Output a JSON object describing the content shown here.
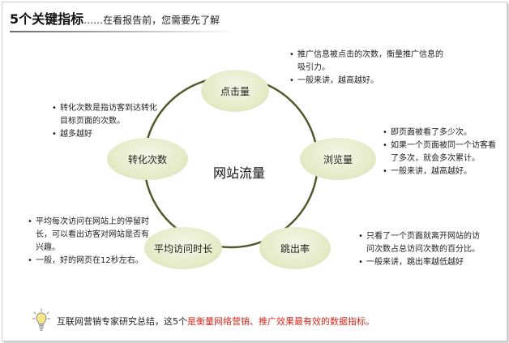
{
  "header": {
    "title": "5个关键指标",
    "subtitle": "……在看报告前，您需要先了解"
  },
  "diagram": {
    "center": "网站流量",
    "nodes": [
      {
        "id": "clicks",
        "label": "点击量",
        "desc": [
          "推广信息被点击的次数，衡量推广信息的吸引力。",
          "一般来讲，越高越好。"
        ]
      },
      {
        "id": "views",
        "label": "浏览量",
        "desc": [
          "即页面被看了多少次。",
          "如果一个页面被同一个访客看了多次，就会多次累计。",
          "一般来讲，越高越好。"
        ]
      },
      {
        "id": "bounce",
        "label": "跳出率",
        "desc": [
          "只看了一个页面就离开网站的访问次数占总访问次数的百分比。",
          "一般来讲，跳出率越低越好"
        ]
      },
      {
        "id": "duration",
        "label": "平均访问时长",
        "desc": [
          "平均每次访问在网站上的停留时长，可以看出访客对网站是否有兴趣。",
          "一般，好的网页在12秒左右。"
        ]
      },
      {
        "id": "conversions",
        "label": "转化次数",
        "desc": [
          "转化次数是指访客到达转化目标页面的次数。",
          "越多越好"
        ]
      }
    ]
  },
  "footer": {
    "text": "互联网营销专家研究总结，这5个",
    "highlight": "是衡量网络营销、推广效果最有效的数据指标。"
  },
  "colors": {
    "ring": "#4f5a2a",
    "node_fill": "#e6ebc9",
    "highlight": "#d9261c"
  }
}
